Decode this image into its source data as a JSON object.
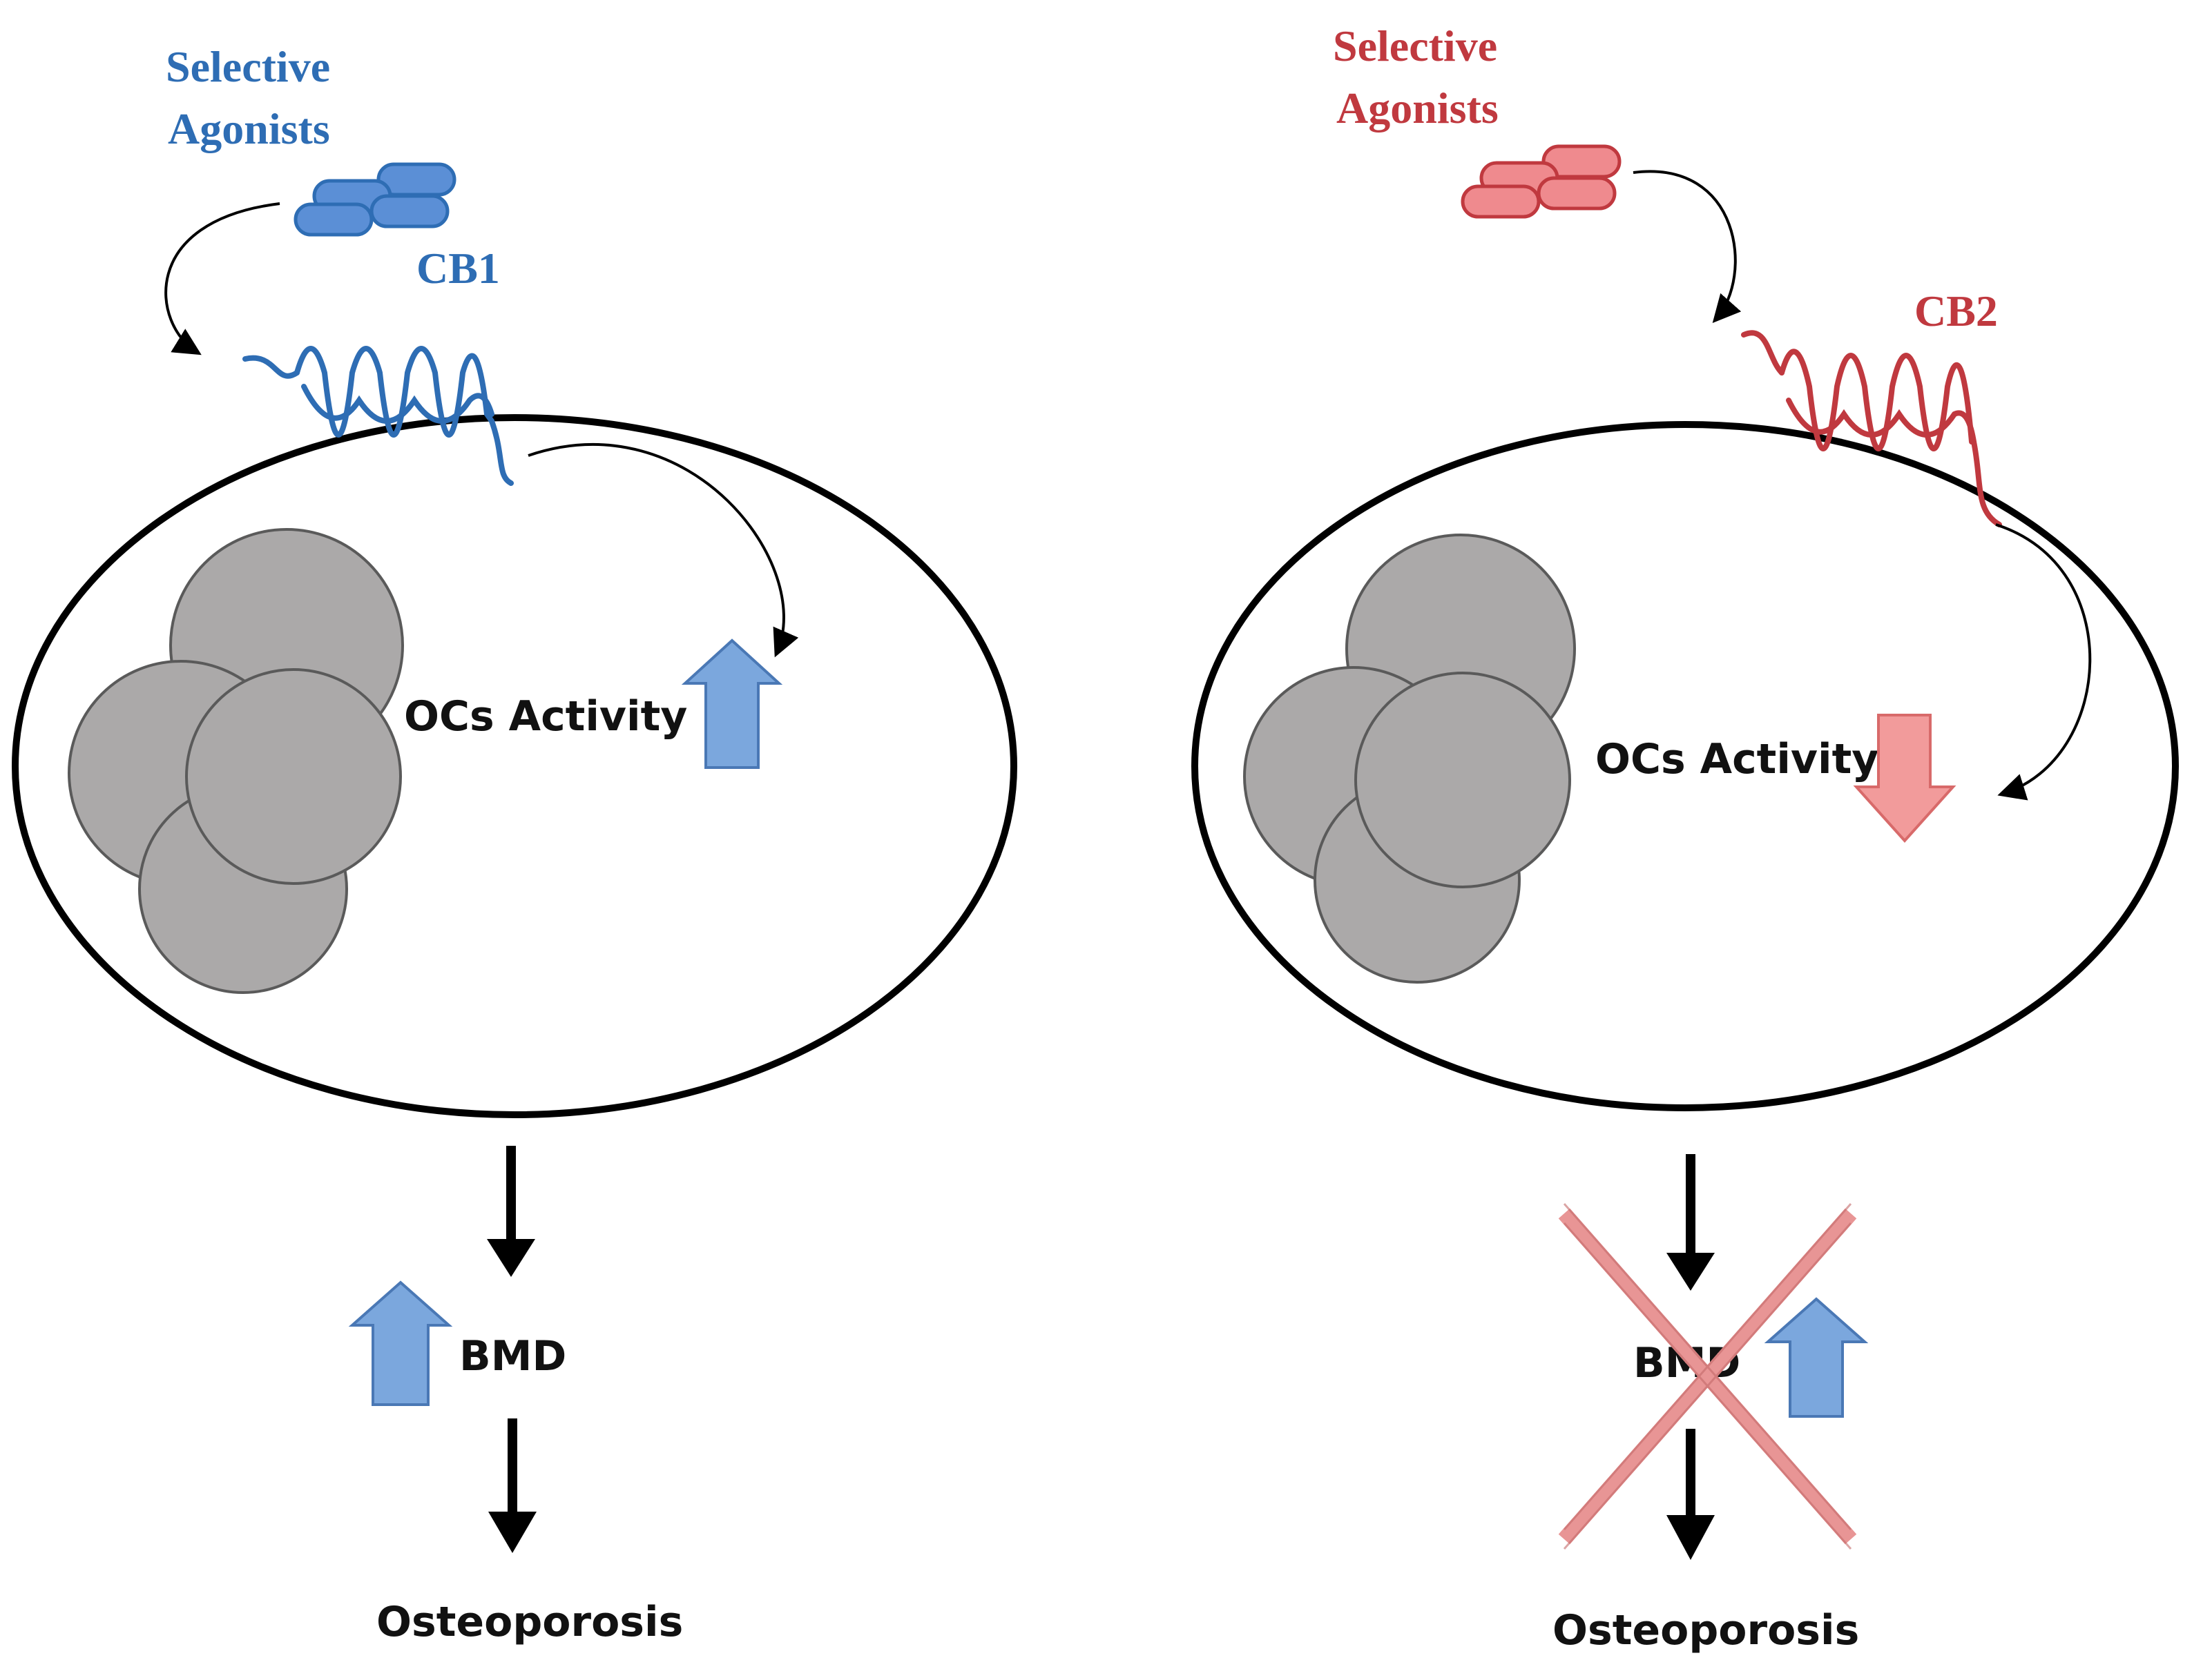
{
  "colors": {
    "cb1_accent": "#2E6DB4",
    "cb2_accent": "#C0393F",
    "cb1_pill_fill": "#5B8FD6",
    "cb2_pill_fill": "#EF8A8E",
    "up_arrow_fill": "#7BA7DD",
    "down_arrow_fill": "#F29B9B",
    "cross_color": "#E89595",
    "cell_outline": "#000000",
    "nucleus_fill": "#ABA9A9"
  },
  "panels": [
    {
      "agonist_label_line1": "Selective",
      "agonist_label_line2": "Agonists",
      "receptor_label": "CB1",
      "activity_label": "OCs Activity",
      "activity_direction": "up",
      "bmd_label": "BMD",
      "bmd_direction": "up",
      "outcome_label": "Osteoporosis",
      "crossed_out": false
    },
    {
      "agonist_label_line1": "Selective",
      "agonist_label_line2": "Agonists",
      "receptor_label": "CB2",
      "activity_label": "OCs Activity",
      "activity_direction": "down",
      "bmd_label": "BMD",
      "bmd_direction": "up",
      "outcome_label": "Osteoporosis",
      "crossed_out": true
    }
  ]
}
